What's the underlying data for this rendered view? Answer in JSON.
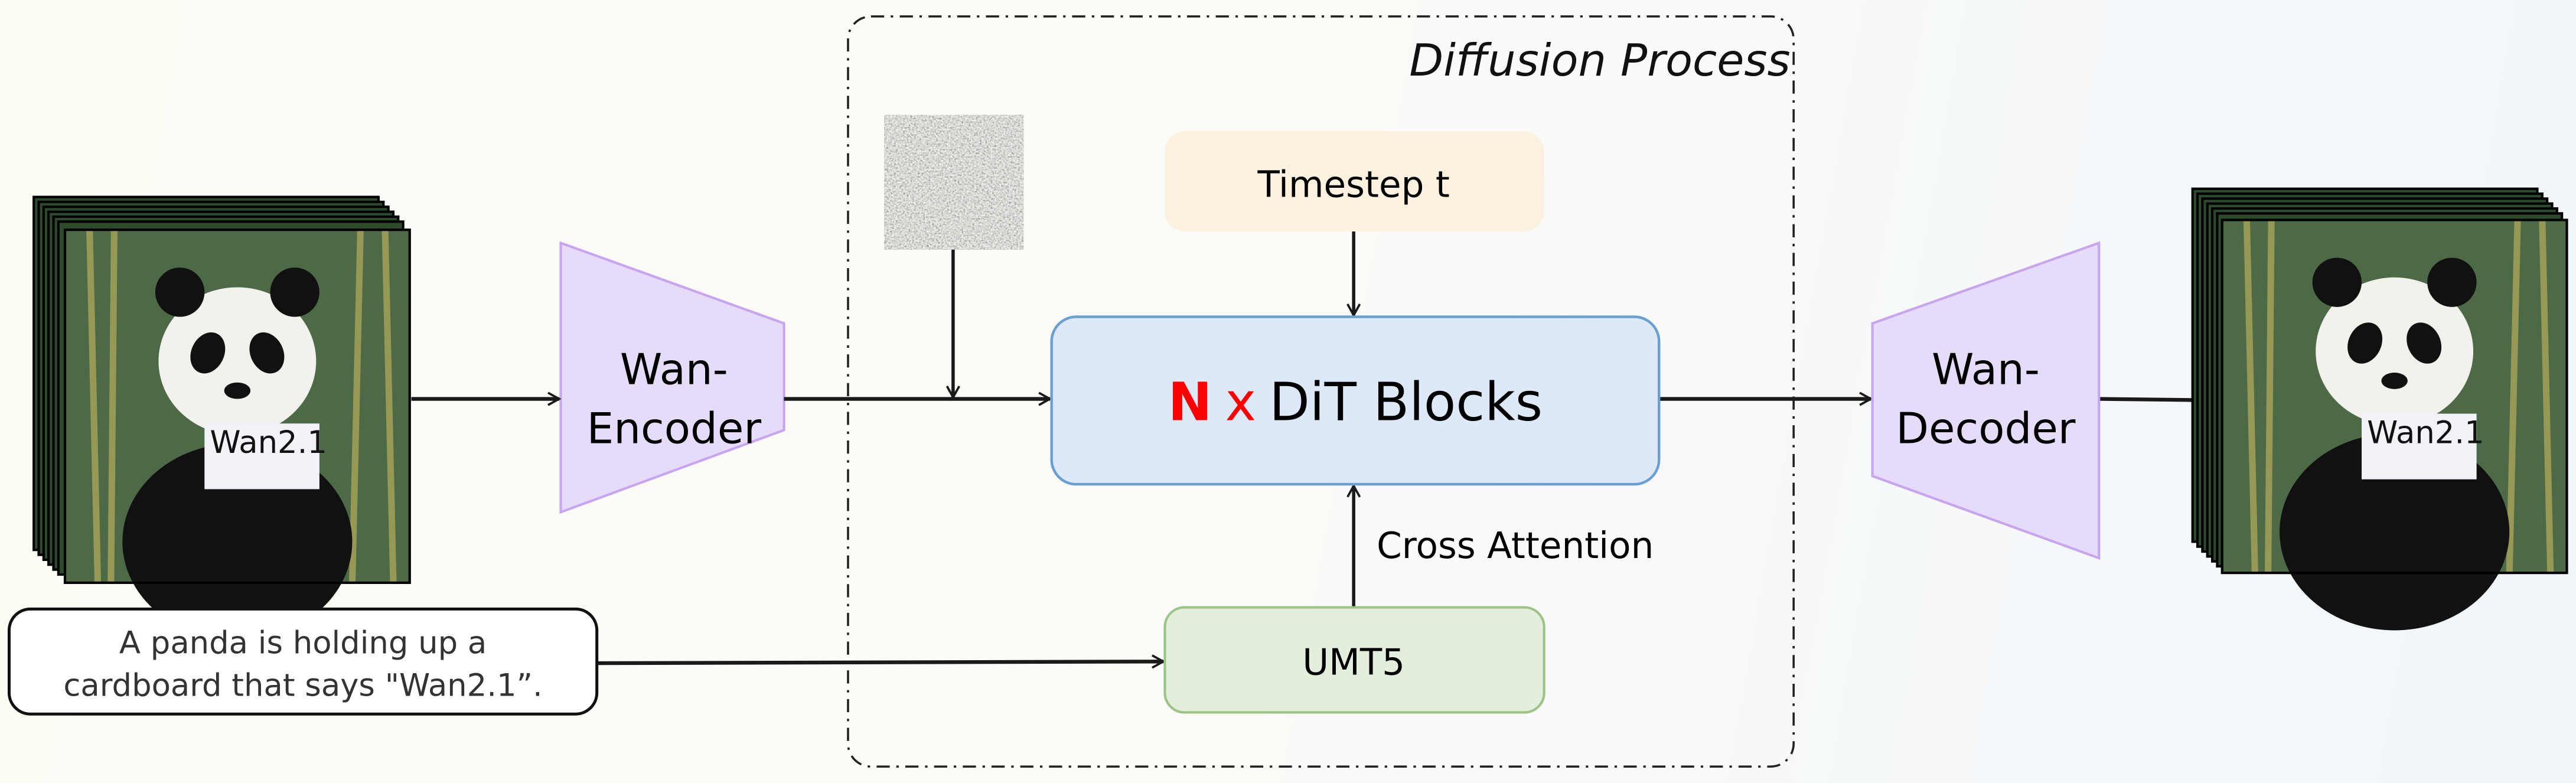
{
  "diagram": {
    "diffusion_label": "Diffusion Process",
    "encoder_line1": "Wan-",
    "encoder_line2": "Encoder",
    "decoder_line1": "Wan-",
    "decoder_line2": "Decoder",
    "timestep_label": "Timestep t",
    "dit_n": "N",
    "dit_x": "x",
    "dit_label": "DiT Blocks",
    "cross_attention_label": "Cross Attention",
    "text_encoder_label": "UMT5",
    "prompt_line1": "A panda is holding up a",
    "prompt_line2": "cardboard that says \"Wan2.1”.",
    "input_sign_text": "Wan2.1",
    "output_sign_text": "Wan2.1"
  },
  "colors": {
    "encoder_fill": "#e6dcfa",
    "encoder_stroke": "#c9a4f0",
    "timestep_fill": "#faf1df",
    "dit_fill": "#dde9f9",
    "dit_stroke": "#6a9fd3",
    "umt5_fill": "#e3eedc",
    "umt5_stroke": "#9cc487",
    "highlight_red": "#ff0000"
  },
  "icons": {
    "input_video": "panda-video-frames",
    "output_video": "panda-video-frames",
    "noise": "gaussian-noise-image"
  }
}
